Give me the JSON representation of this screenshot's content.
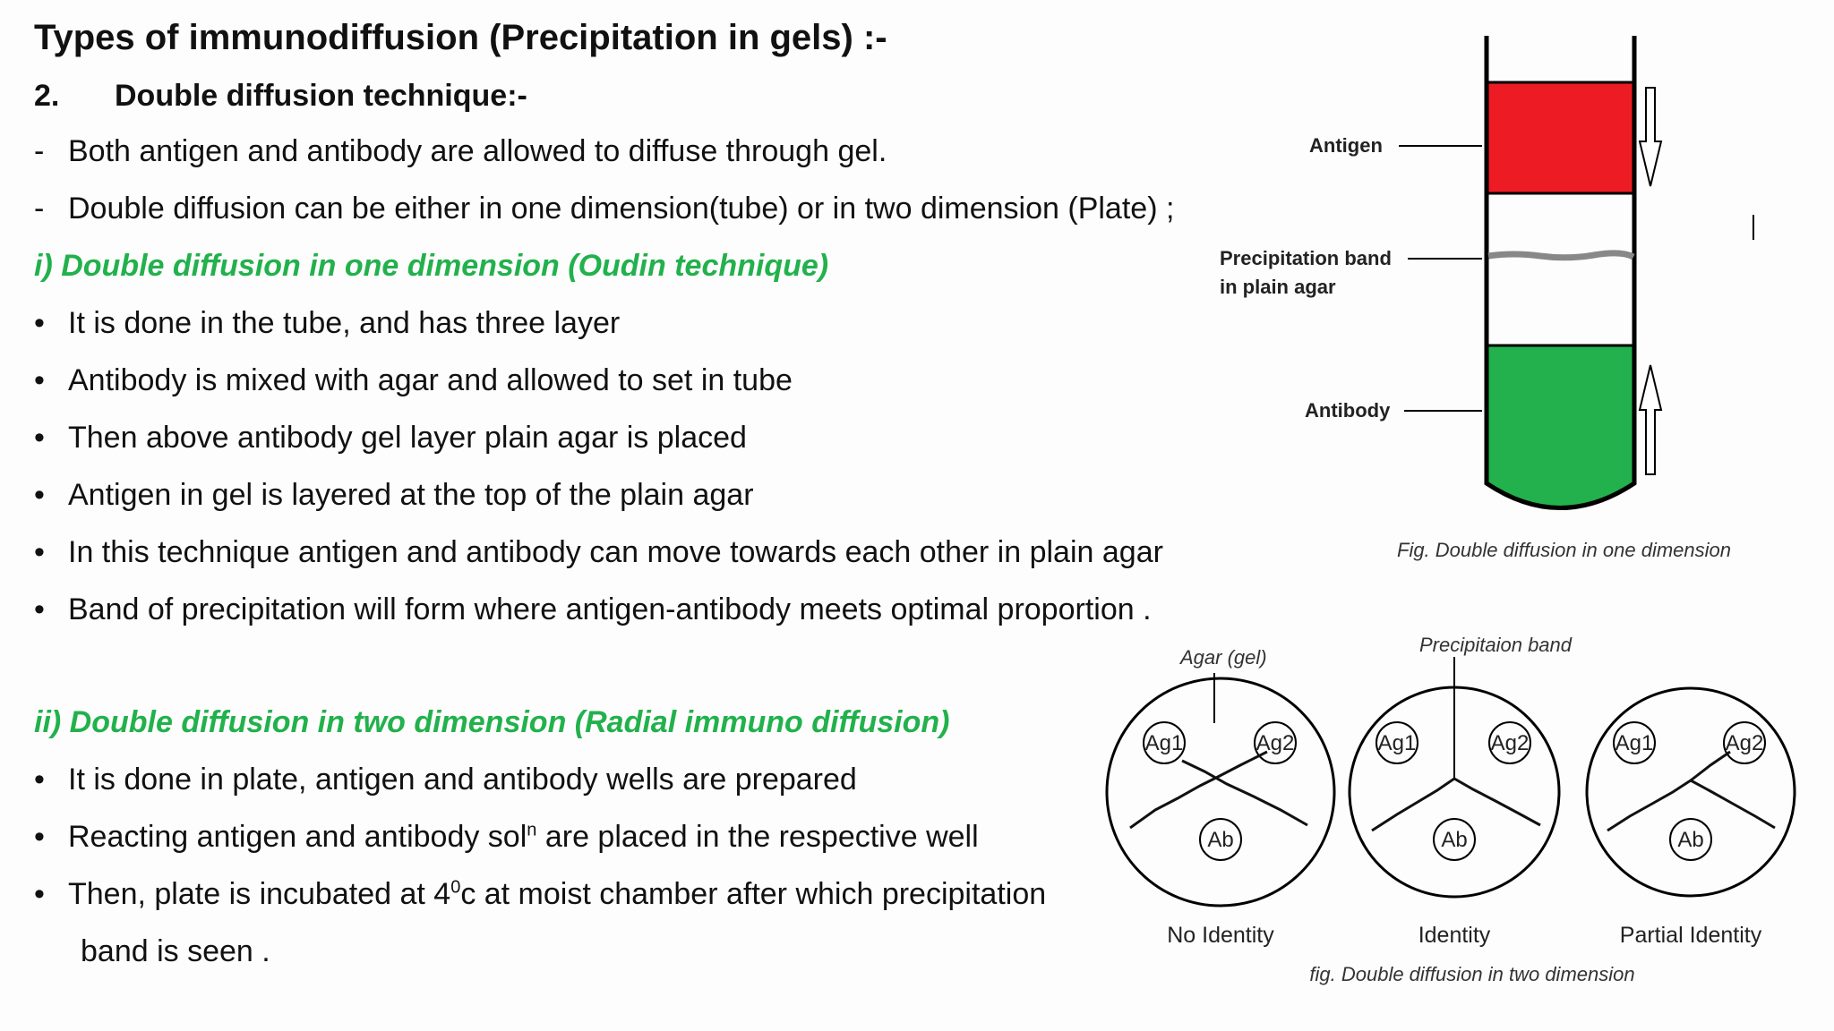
{
  "slide": {
    "title": "Types of immunodiffusion (Precipitation in gels) :-",
    "subheading": {
      "number": "2.",
      "text": "Double diffusion technique:-"
    },
    "intro": [
      {
        "marker": "-",
        "text": "Both antigen and antibody are allowed to diffuse through gel."
      },
      {
        "marker": "-",
        "text": "Double diffusion can be either in one dimension(tube) or in two dimension (Plate) ;"
      }
    ],
    "section1": {
      "heading": "i) Double diffusion in one dimension (Oudin technique)",
      "bullets": [
        "It is done in the tube, and has three layer",
        "Antibody is mixed with agar and allowed to set in tube",
        "Then above antibody gel layer plain agar is placed",
        "Antigen in gel is layered at the top of the plain agar",
        "In this technique antigen and antibody can move towards each other in plain agar",
        "Band of precipitation will form where  antigen-antibody meets optimal proportion ."
      ]
    },
    "section2": {
      "heading": "ii) Double diffusion in two dimension  (Radial immuno diffusion)",
      "bullets": [
        {
          "text": "It is done in plate, antigen and antibody wells are prepared"
        },
        {
          "pre": "Reacting antigen and antibody sol",
          "sup": "n",
          "post": " are placed in the respective well"
        },
        {
          "pre": "Then, plate is incubated at 4",
          "sup": "0",
          "post": "c at moist chamber after which precipitation"
        }
      ],
      "continuation": "band is seen ."
    },
    "bullet_symbol": "•"
  },
  "figure1": {
    "labels": {
      "antigen": "Antigen",
      "band_line1": "Precipitation band",
      "band_line2": "in plain agar",
      "antibody": "Antibody"
    },
    "caption": "Fig. Double diffusion in one dimension",
    "colors": {
      "antigen_layer": "#ed1c24",
      "antibody_layer": "#22b14c",
      "band": "#888888"
    }
  },
  "figure2": {
    "top_labels": {
      "agar": "Agar (gel)",
      "band": "Precipitaion band"
    },
    "plates": [
      {
        "ag1": "Ag1",
        "ag2": "Ag2",
        "ab": "Ab",
        "label": "No Identity"
      },
      {
        "ag1": "Ag1",
        "ag2": "Ag2",
        "ab": "Ab",
        "label": "Identity"
      },
      {
        "ag1": "Ag1",
        "ag2": "Ag2",
        "ab": "Ab",
        "label": "Partial Identity"
      }
    ],
    "caption": "fig. Double diffusion in two dimension"
  }
}
